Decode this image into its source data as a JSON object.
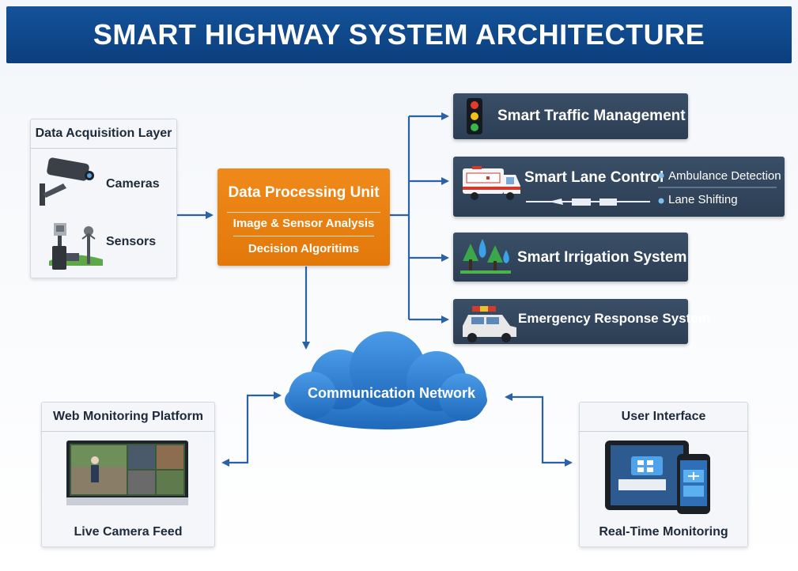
{
  "title": "SMART HIGHWAY SYSTEM ARCHITECTURE",
  "colors": {
    "banner": "#0d437f",
    "arrow": "#2a62a8",
    "processing": "#e8800f",
    "output_panel": "#33485f",
    "cloud": "#2d7bd0"
  },
  "acquisition": {
    "title": "Data Acquisition Layer",
    "items": [
      {
        "label": "Cameras",
        "icon": "cctv-camera-icon"
      },
      {
        "label": "Sensors",
        "icon": "sensor-post-icon"
      }
    ]
  },
  "processing": {
    "title": "Data Processing Unit",
    "lines": [
      "Image & Sensor Analysis",
      "Decision Algoritims"
    ]
  },
  "outputs": [
    {
      "title": "Smart Traffic Management",
      "icon": "traffic-light-icon"
    },
    {
      "title": "Smart Lane Control",
      "icon": "ambulance-icon",
      "bullets": [
        "Ambulance Detection",
        "Lane Shifting"
      ]
    },
    {
      "title": "Smart Irrigation System",
      "icon": "water-trees-icon"
    },
    {
      "title": "Emergency Response System",
      "icon": "emergency-car-icon"
    }
  ],
  "network": {
    "label": "Communication Network",
    "icon": "cloud-icon"
  },
  "web_platform": {
    "title": "Web Monitoring Platform",
    "caption": "Live Camera Feed",
    "icon": "monitor-icon"
  },
  "user_interface": {
    "title": "User Interface",
    "caption": "Real-Time Monitoring",
    "icon": "tablet-phone-icon"
  }
}
